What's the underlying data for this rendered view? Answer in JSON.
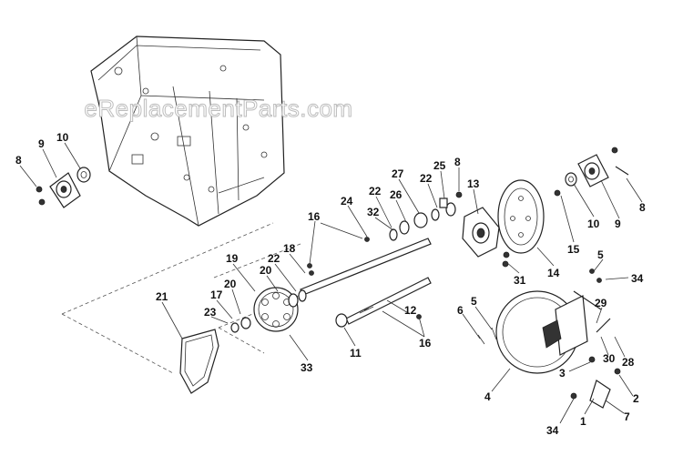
{
  "watermark": "eReplacementParts.com",
  "callouts": [
    {
      "id": "c8a",
      "label": "8"
    },
    {
      "id": "c9a",
      "label": "9"
    },
    {
      "id": "c10a",
      "label": "10"
    },
    {
      "id": "c27",
      "label": "27"
    },
    {
      "id": "c22a",
      "label": "22"
    },
    {
      "id": "c25",
      "label": "25"
    },
    {
      "id": "c8b",
      "label": "8"
    },
    {
      "id": "c13",
      "label": "13"
    },
    {
      "id": "c22b",
      "label": "22"
    },
    {
      "id": "c26",
      "label": "26"
    },
    {
      "id": "c24",
      "label": "24"
    },
    {
      "id": "c32",
      "label": "32"
    },
    {
      "id": "c16a",
      "label": "16"
    },
    {
      "id": "c18",
      "label": "18"
    },
    {
      "id": "c22c",
      "label": "22"
    },
    {
      "id": "c19",
      "label": "19"
    },
    {
      "id": "c20a",
      "label": "20"
    },
    {
      "id": "c20b",
      "label": "20"
    },
    {
      "id": "c21",
      "label": "21"
    },
    {
      "id": "c17",
      "label": "17"
    },
    {
      "id": "c23",
      "label": "23"
    },
    {
      "id": "c33",
      "label": "33"
    },
    {
      "id": "c11",
      "label": "11"
    },
    {
      "id": "c12",
      "label": "12"
    },
    {
      "id": "c16b",
      "label": "16"
    },
    {
      "id": "c6",
      "label": "6"
    },
    {
      "id": "c5a",
      "label": "5"
    },
    {
      "id": "c31",
      "label": "31"
    },
    {
      "id": "c14",
      "label": "14"
    },
    {
      "id": "c15",
      "label": "15"
    },
    {
      "id": "c10b",
      "label": "10"
    },
    {
      "id": "c9b",
      "label": "9"
    },
    {
      "id": "c8c",
      "label": "8"
    },
    {
      "id": "c5b",
      "label": "5"
    },
    {
      "id": "c34a",
      "label": "34"
    },
    {
      "id": "c29",
      "label": "29"
    },
    {
      "id": "c30",
      "label": "30"
    },
    {
      "id": "c28",
      "label": "28"
    },
    {
      "id": "c3",
      "label": "3"
    },
    {
      "id": "c2",
      "label": "2"
    },
    {
      "id": "c7",
      "label": "7"
    },
    {
      "id": "c4",
      "label": "4"
    },
    {
      "id": "c34b",
      "label": "34"
    },
    {
      "id": "c1",
      "label": "1"
    }
  ]
}
